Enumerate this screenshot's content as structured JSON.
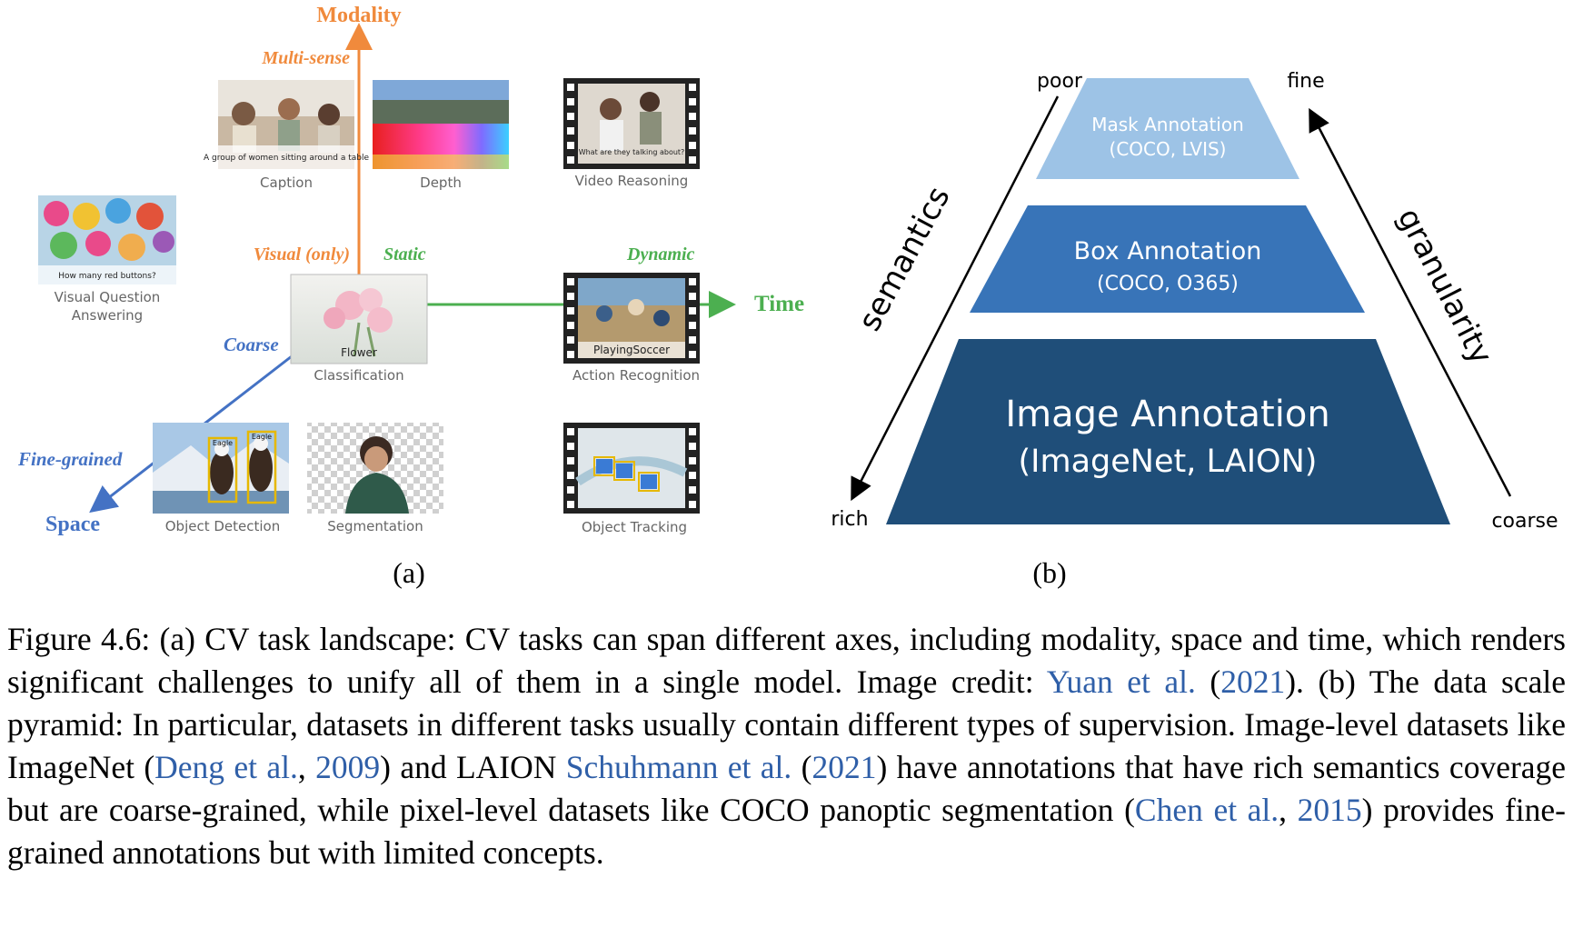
{
  "panel_a": {
    "axes": {
      "modality": "Modality",
      "time": "Time",
      "space": "Space",
      "multi_sense": "Multi-sense",
      "visual_only": "Visual (only)",
      "static": "Static",
      "dynamic": "Dynamic",
      "coarse": "Coarse",
      "fine_grained": "Fine-grained"
    },
    "tasks": {
      "caption": "Caption",
      "caption_overlay": "A group of women sitting around a table",
      "depth": "Depth",
      "video_reasoning": "Video Reasoning",
      "video_reasoning_overlay": "What are they talking about?",
      "vqa_line1": "Visual Question",
      "vqa_line2": "Answering",
      "vqa_overlay": "How many red buttons?",
      "classification": "Classification",
      "flower": "Flower",
      "action_recognition": "Action Recognition",
      "playing_soccer": "PlayingSoccer",
      "object_detection": "Object Detection",
      "eagle": "Eagle",
      "segmentation": "Segmentation",
      "object_tracking": "Object Tracking"
    },
    "label": "(a)"
  },
  "panel_b": {
    "tiers": {
      "mask_title": "Mask Annotation",
      "mask_sub": "(COCO, LVIS)",
      "box_title": "Box Annotation",
      "box_sub": "(COCO, O365)",
      "image_title": "Image Annotation",
      "image_sub": "(ImageNet, LAION)"
    },
    "corners": {
      "poor": "poor",
      "rich": "rich",
      "fine": "fine",
      "coarse": "coarse"
    },
    "axes": {
      "semantics": "semantics",
      "granularity": "granularity"
    },
    "colors": {
      "mask": "#9dc3e6",
      "box": "#3874b8",
      "image": "#1f4e79"
    },
    "label": "(b)"
  },
  "caption": {
    "p1": "Figure 4.6: (a) CV task landscape: CV tasks can span different axes, including modality, space and time, which renders significant challenges to unify all of them in a single model. Image credit: ",
    "r1a": "Yuan et al.",
    "p2": " (",
    "r1b": "2021",
    "p3": ").  (b) The data scale pyramid: In particular, datasets in different tasks usually contain different types of supervision. Image-level datasets like ImageNet (",
    "r2a": "Deng et al.",
    "p4": ", ",
    "r2b": "2009",
    "p5": ") and LAION ",
    "r3a": "Schuhmann et al.",
    "p6": " (",
    "r3b": "2021",
    "p7": ") have annotations that have rich semantics coverage but are coarse-grained, while pixel-level datasets like COCO panoptic segmentation (",
    "r4a": "Chen et al.",
    "p8": ", ",
    "r4b": "2015",
    "p9": ") provides fine-grained annotations but with limited concepts."
  }
}
